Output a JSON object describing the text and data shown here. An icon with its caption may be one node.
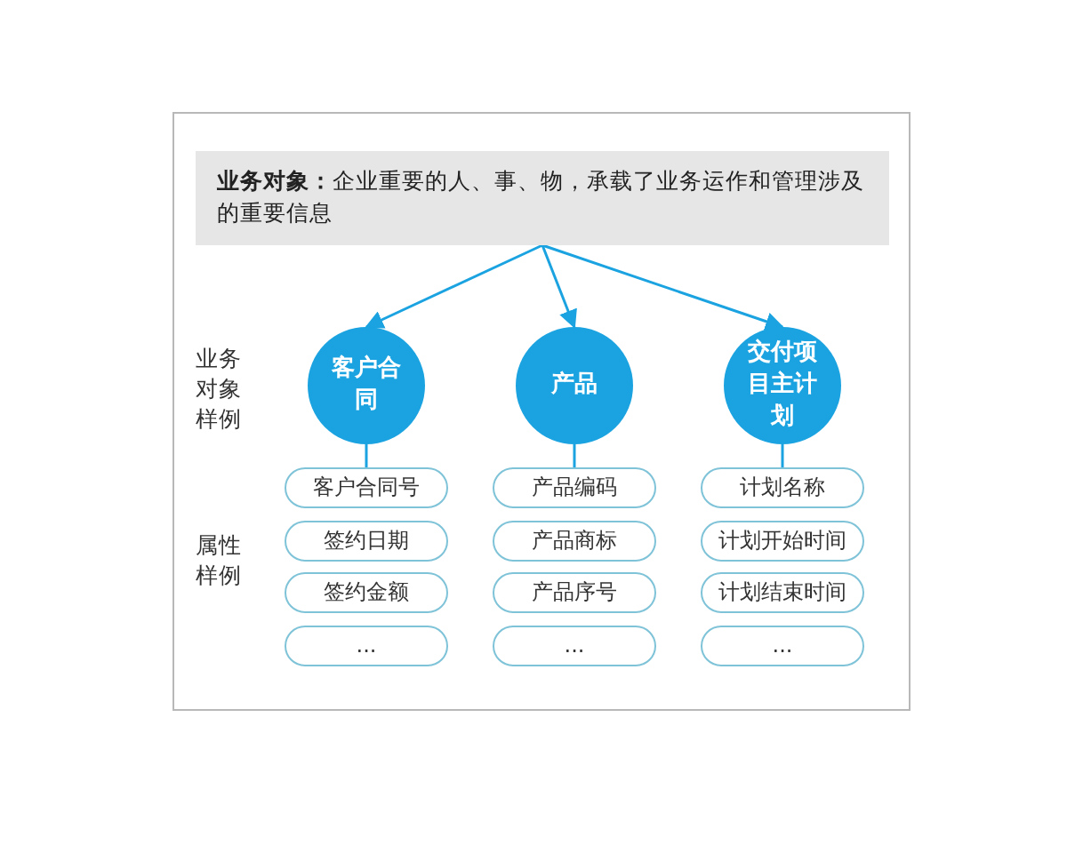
{
  "diagram": {
    "nodes": [
      {
        "text": [
          "**业务对象：**企业重要的人、事、物，承载了业务运作和管理涉及的重要信息"
        ]
      },
      {
        "text": [
          "客户合同"
        ]
      },
      {
        "text": [
          "产品"
        ]
      },
      {
        "text": [
          "交付项目主计划"
        ]
      },
      {
        "text": [
          "客户合同号"
        ]
      },
      {
        "text": [
          "签约日期"
        ]
      },
      {
        "text": [
          "签约金额"
        ]
      },
      {
        "text": [
          "..."
        ]
      },
      {
        "text": [
          "产品编码"
        ]
      },
      {
        "text": [
          "产品商标"
        ]
      },
      {
        "text": [
          "产品序号"
        ]
      },
      {
        "text": [
          "..."
        ]
      },
      {
        "text": [
          "计划名称"
        ]
      },
      {
        "text": [
          "计划开始时间"
        ]
      },
      {
        "text": [
          "计划结束时间"
        ]
      },
      {
        "text": [
          "..."
        ]
      }
    ],
    "edges": [
      {
        "from": 0,
        "to": 1,
        "arrow": "to"
      },
      {
        "from": 0,
        "to": 2,
        "arrow": "to"
      },
      {
        "from": 0,
        "to": 3,
        "arrow": "to"
      },
      {
        "from": 1,
        "to": 4,
        "arrow": "none"
      },
      {
        "from": 2,
        "to": 8,
        "arrow": "none"
      },
      {
        "from": 3,
        "to": 12,
        "arrow": "none"
      }
    ],
    "labels": [
      "业务对象样例",
      "属性样例"
    ]
  }
}
